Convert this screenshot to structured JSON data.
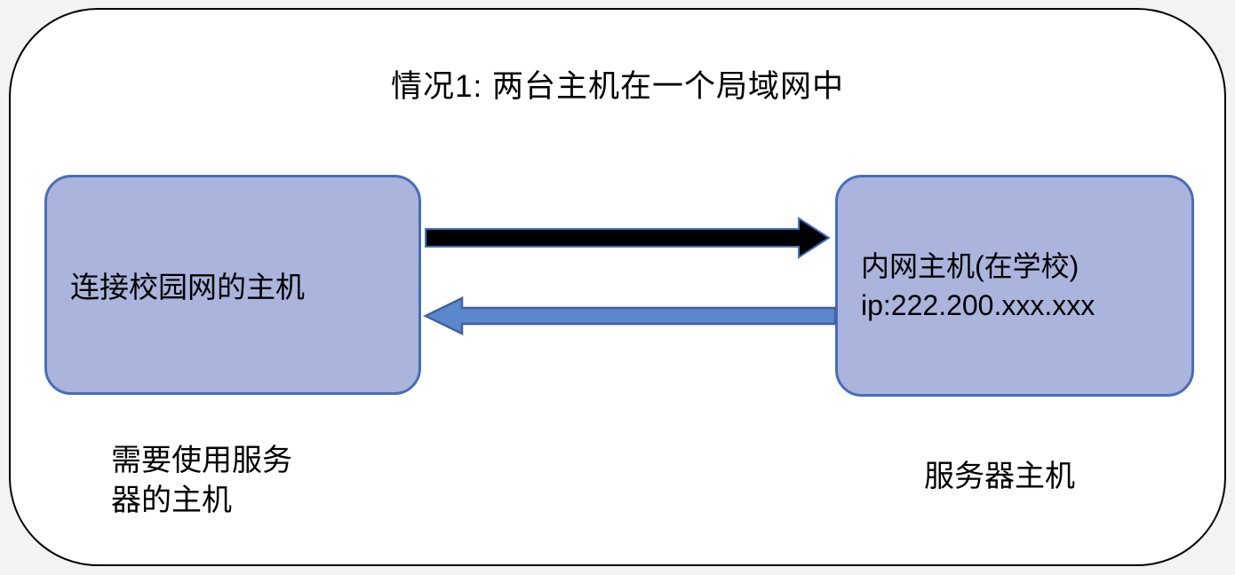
{
  "title": "情况1: 两台主机在一个局域网中",
  "left_box": {
    "label": "连接校园网的主机",
    "caption_line1": "需要使用服务",
    "caption_line2": "器的主机"
  },
  "right_box": {
    "line1": "内网主机(在学校)",
    "line2": "ip:222.200.xxx.xxx",
    "caption": "服务器主机"
  },
  "arrows": {
    "request": {
      "name": "request-arrow",
      "direction": "right"
    },
    "response": {
      "name": "response-arrow",
      "direction": "left"
    }
  },
  "colors": {
    "page_bg": "#f3f3f3",
    "canvas_bg": "#ffffff",
    "frame_border": "#000000",
    "box_fill": "#aab4dc",
    "box_border": "#4a6db6",
    "arrow_request_fill": "#000000",
    "arrow_outline": "#4472c4",
    "arrow_response_fill": "#5b87cd",
    "arrow_response_border": "#41619e"
  }
}
